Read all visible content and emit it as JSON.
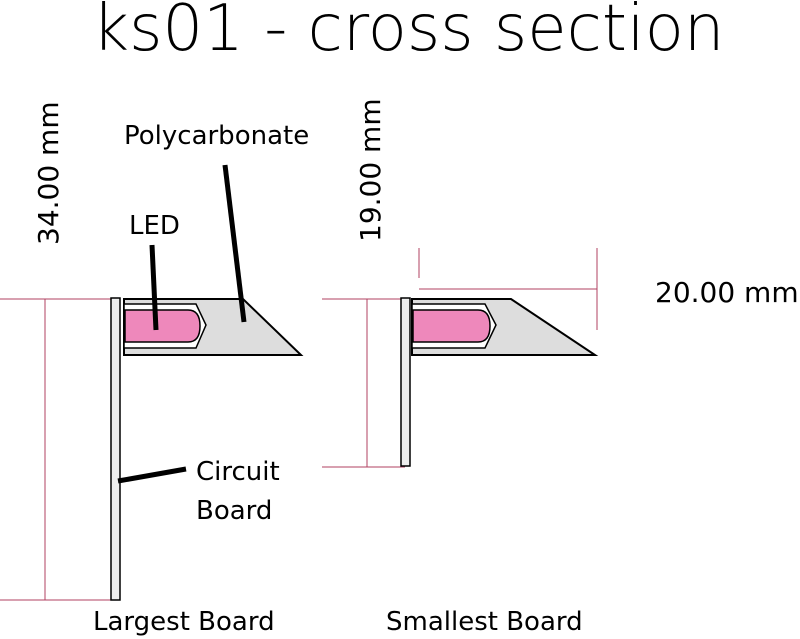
{
  "title": "ks01 - cross section",
  "labels": {
    "polycarbonate": "Polycarbonate",
    "led": "LED",
    "circuit_line1": "Circuit",
    "circuit_line2": "Board",
    "largest_board": "Largest Board",
    "smallest_board": "Smallest Board"
  },
  "dimensions": {
    "large_height": "34.00 mm",
    "small_height": "19.00 mm",
    "width": "20.00 mm"
  },
  "colors": {
    "led_fill": "#ee88bb",
    "polycarbonate_fill": "#dddddd",
    "board_fill": "#eeeeee",
    "dimension_line": "#b04060",
    "stroke": "#000000"
  }
}
